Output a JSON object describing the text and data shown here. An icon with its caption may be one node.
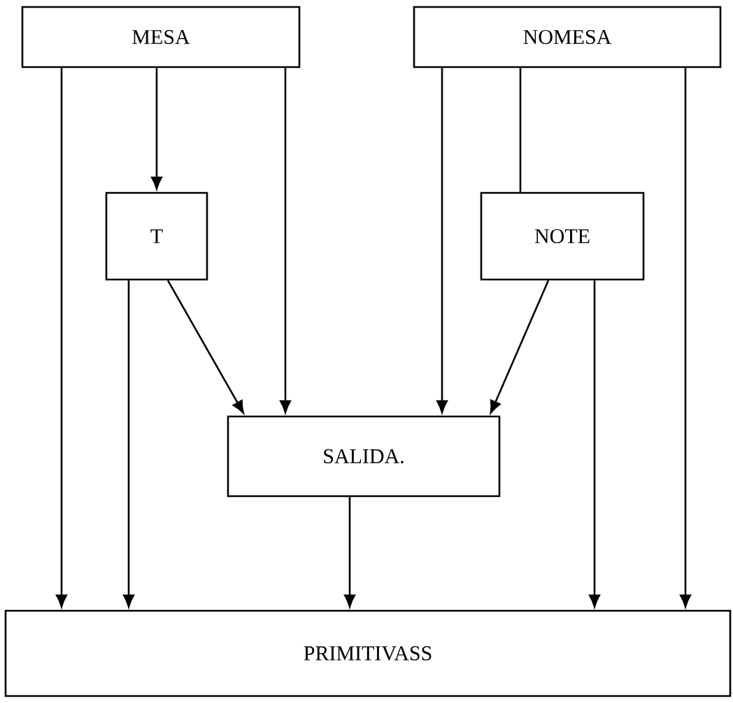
{
  "diagram": {
    "nodes": [
      {
        "text": [
          "MESA"
        ]
      },
      {
        "text": [
          "NOMESA"
        ]
      },
      {
        "text": [
          "T"
        ]
      },
      {
        "text": [
          "NOTE"
        ]
      },
      {
        "text": [
          "SALIDA."
        ]
      },
      {
        "text": [
          "PRIMITIVASS"
        ]
      }
    ],
    "edges": [
      {
        "from": 0,
        "to": 5,
        "arrow": "to"
      },
      {
        "from": 0,
        "to": 2,
        "arrow": "to"
      },
      {
        "from": 0,
        "to": 4,
        "arrow": "to"
      },
      {
        "from": 2,
        "to": 5,
        "arrow": "to"
      },
      {
        "from": 2,
        "to": 4,
        "arrow": "to"
      },
      {
        "from": 1,
        "to": 4,
        "arrow": "to"
      },
      {
        "from": 1,
        "to": 3,
        "arrow": "none"
      },
      {
        "from": 1,
        "to": 5,
        "arrow": "to"
      },
      {
        "from": 3,
        "to": 4,
        "arrow": "to"
      },
      {
        "from": 3,
        "to": 5,
        "arrow": "to"
      },
      {
        "from": 4,
        "to": 5,
        "arrow": "to"
      }
    ]
  }
}
